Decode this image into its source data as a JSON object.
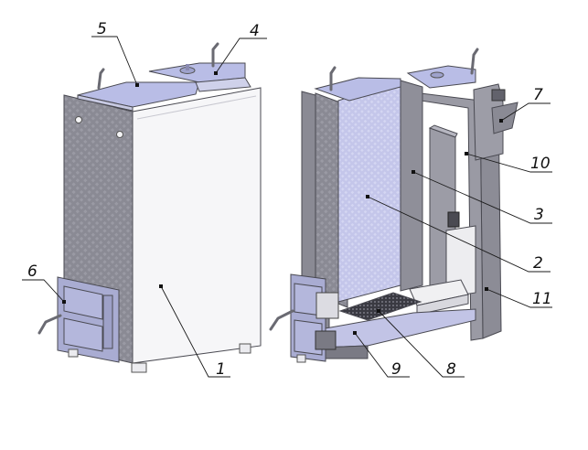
{
  "callouts": [
    {
      "id": "1",
      "label": "1"
    },
    {
      "id": "2",
      "label": "2"
    },
    {
      "id": "3",
      "label": "3"
    },
    {
      "id": "4",
      "label": "4"
    },
    {
      "id": "5",
      "label": "5"
    },
    {
      "id": "6",
      "label": "6"
    },
    {
      "id": "7",
      "label": "7"
    },
    {
      "id": "8",
      "label": "8"
    },
    {
      "id": "9",
      "label": "9"
    },
    {
      "id": "10",
      "label": "10"
    },
    {
      "id": "11",
      "label": "11"
    }
  ],
  "colors": {
    "side_panel": "#8c8c96",
    "body_white": "#f6f6f8",
    "lid_blue": "#b9bde6",
    "heat_exchanger": "#c8cae8",
    "door_blue": "#aeb2d8",
    "dark_steel": "#55555e",
    "grate_dark": "#3c3c44",
    "insulation": "#ededf0"
  }
}
